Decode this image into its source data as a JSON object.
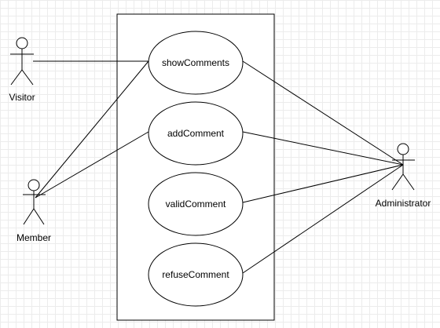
{
  "diagram": {
    "type": "uml-use-case",
    "actors": [
      {
        "id": "visitor",
        "name": "Visitor"
      },
      {
        "id": "member",
        "name": "Member"
      },
      {
        "id": "administrator",
        "name": "Administrator"
      }
    ],
    "use_cases": [
      {
        "id": "showComments",
        "label": "showComments"
      },
      {
        "id": "addComment",
        "label": "addComment"
      },
      {
        "id": "validComment",
        "label": "validComment"
      },
      {
        "id": "refuseComment",
        "label": "refuseComment"
      }
    ],
    "associations": [
      {
        "actor": "visitor",
        "use_case": "showComments"
      },
      {
        "actor": "member",
        "use_case": "showComments"
      },
      {
        "actor": "member",
        "use_case": "addComment"
      },
      {
        "actor": "administrator",
        "use_case": "showComments"
      },
      {
        "actor": "administrator",
        "use_case": "addComment"
      },
      {
        "actor": "administrator",
        "use_case": "validComment"
      },
      {
        "actor": "administrator",
        "use_case": "refuseComment"
      }
    ],
    "colors": {
      "line": "#000000",
      "fill": "#ffffff",
      "grid": "#ececec"
    }
  }
}
